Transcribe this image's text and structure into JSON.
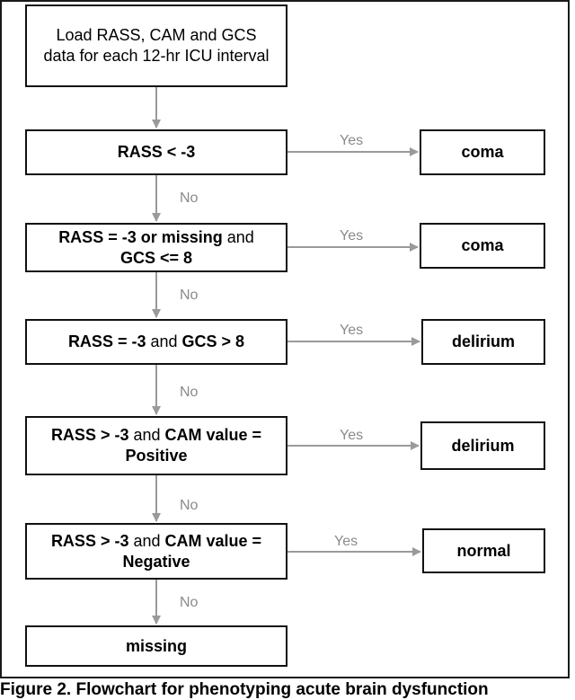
{
  "nodes": {
    "start": "Load RASS, CAM and GCS data for each 12-hr ICU interval",
    "d1": {
      "a": "RASS < -3"
    },
    "d2": {
      "a": "RASS = -3 or missing",
      "b": " and ",
      "c": "GCS <= 8"
    },
    "d3": {
      "a": "RASS = -3",
      "b": " and ",
      "c": "GCS > 8"
    },
    "d4": {
      "a": "RASS > -3",
      "b": " and ",
      "c": "CAM value =",
      "d": "Positive"
    },
    "d5": {
      "a": "RASS > -3",
      "b": " and ",
      "c": "CAM value =",
      "d": "Negative"
    },
    "end_missing": "missing"
  },
  "outcomes": {
    "o1": "coma",
    "o2": "coma",
    "o3": "delirium",
    "o4": "delirium",
    "o5": "normal"
  },
  "edge_labels": {
    "yes": "Yes",
    "no": "No"
  },
  "colors": {
    "connector": "#9a9a9a",
    "box_border": "#111111"
  },
  "caption": "Figure 2. Flowchart for phenotyping acute brain dysfunction"
}
